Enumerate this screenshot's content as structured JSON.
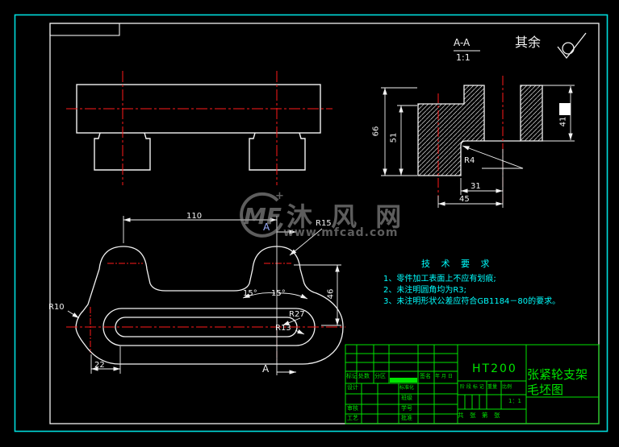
{
  "colors": {
    "background": "#000000",
    "line": "#f2f2f2",
    "centerline": "#ff1a1a",
    "frame_outer": "#00dcdc",
    "title_block": "#00e400",
    "tech_text": "#00ffff",
    "watermark": "#979797"
  },
  "surface_note": {
    "label": "其余"
  },
  "section_view": {
    "label": "A-A",
    "scale": "1:1",
    "dim_66": "66",
    "dim_51": "51",
    "dim_41": "41",
    "dim_31": "31",
    "dim_45": "45",
    "radius_label": "R4"
  },
  "plan_view": {
    "dim_110": "110",
    "dim_46": "46",
    "dim_22": "22",
    "r10": "R10",
    "r15": "R15",
    "r27": "R27",
    "r13": "R13",
    "angle_left": "15°",
    "angle_right": "15°",
    "section_letter_top": "A",
    "section_letter_bottom": "A"
  },
  "tech_requirements": {
    "title": "技 术 要 求",
    "items": [
      "1、零件加工表面上不应有划痕;",
      "2、未注明圆角均为R3;",
      "3、未注明形状公差应符合GB1184－80的要求。"
    ]
  },
  "title_block": {
    "material": "HT200",
    "part_name_line1": "张紧轮支架",
    "part_name_line2": "毛坯图",
    "mark": "标记",
    "count": "处数",
    "zone": "分区",
    "signature": "签名",
    "date": "年 月 日",
    "design": "设计",
    "standardization": "标准化",
    "class_label": "班级",
    "check": "审核",
    "student_no": "学号",
    "process": "工艺",
    "approve": "批准",
    "stage_mark": "阶 段 标 记",
    "weight": "重量",
    "scale_label": "比例",
    "scale_value": "1：1",
    "sheet_info": "共　张　第　张"
  },
  "watermark": {
    "logo_text": "MF",
    "plus": "+",
    "site_name": "沐 风 网",
    "site_url": "www.mfcad.com"
  }
}
